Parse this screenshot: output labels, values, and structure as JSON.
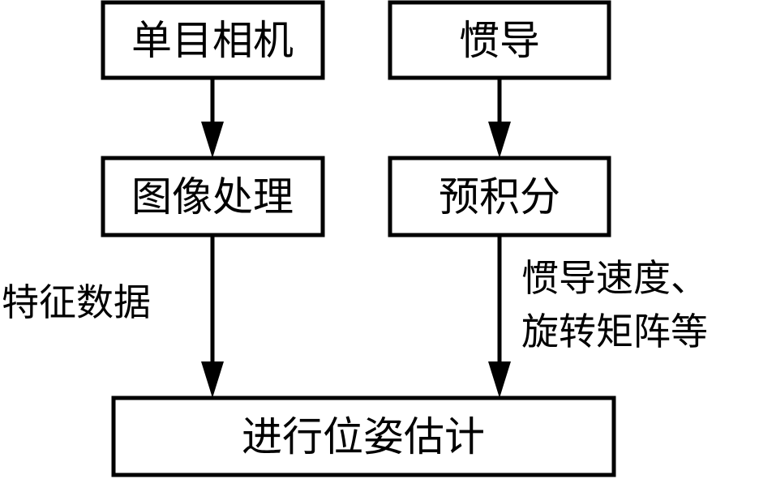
{
  "nodes": {
    "camera": {
      "label": "单目相机"
    },
    "imu": {
      "label": "惯导"
    },
    "image_processing": {
      "label": "图像处理"
    },
    "preintegration": {
      "label": "预积分"
    },
    "pose_estimation": {
      "label": "进行位姿估计"
    }
  },
  "edges": {
    "feature_data": {
      "label": "特征数据"
    },
    "imu_output": {
      "line1": "惯导速度、",
      "line2": "旋转矩阵等"
    }
  },
  "colors": {
    "stroke": "#000000",
    "background": "#ffffff"
  }
}
